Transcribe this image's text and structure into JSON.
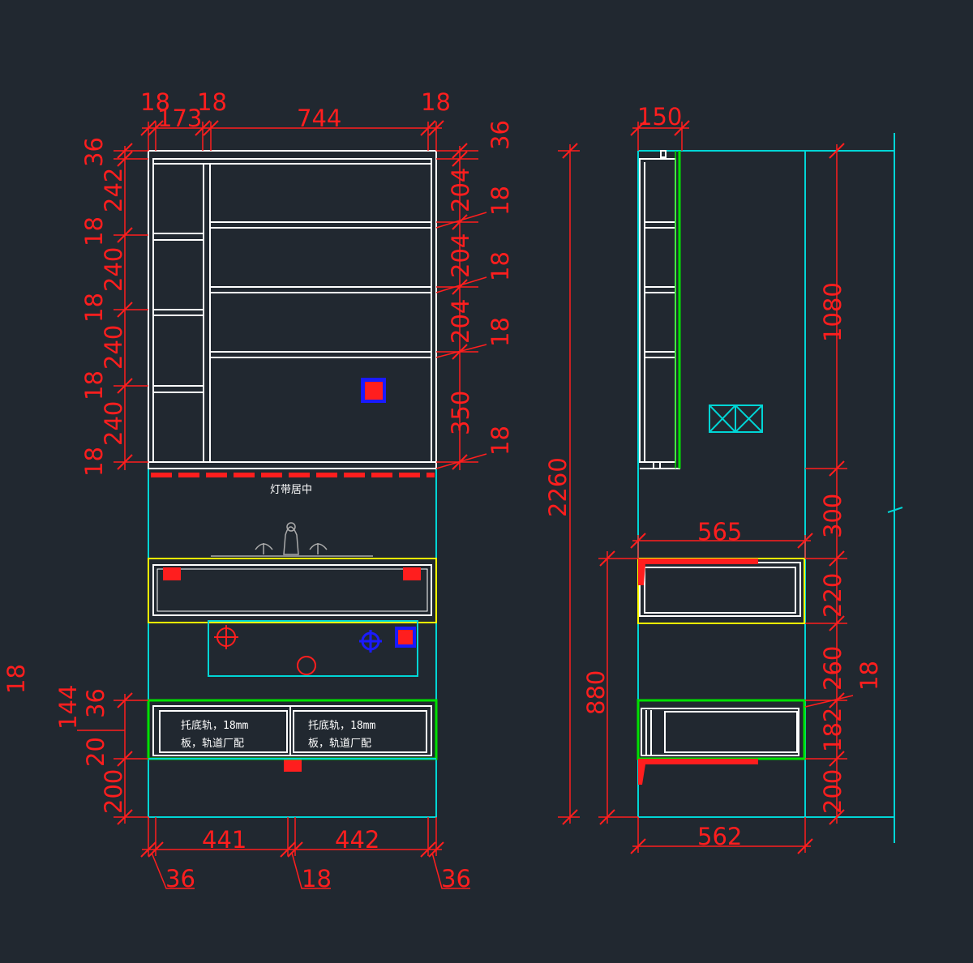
{
  "colors": {
    "background": "#212830",
    "dimension": "#ff1e1e",
    "outline": "#00d5d5",
    "panel": "#ffffff",
    "highlight_yellow": "#ffff00",
    "highlight_green": "#00e000",
    "symbol_blue": "#1a1aff",
    "note_text": "#ffffff"
  },
  "front_view": {
    "top_dims": [
      "18",
      "173",
      "18",
      "744",
      "18"
    ],
    "left_dims": [
      "36",
      "242",
      "18",
      "240",
      "18",
      "240",
      "18",
      "240",
      "18"
    ],
    "right_dims": [
      "36",
      "204",
      "18",
      "204",
      "18",
      "204",
      "18",
      "350",
      "18"
    ],
    "lower_left_dims": [
      "144",
      "36",
      "20",
      "200"
    ],
    "far_left_dim": "18",
    "bottom_dims": [
      "441",
      "442"
    ],
    "bottom_sub_dims": [
      "36",
      "18",
      "36"
    ],
    "light_strip_note": "灯带居中",
    "drawer_notes": [
      [
        "托底轨，18mm",
        "板，轨道厂配"
      ],
      [
        "托底轨，18mm",
        "板，轨道厂配"
      ]
    ]
  },
  "side_view": {
    "top_dim": "150",
    "height_total": "2260",
    "upper_height": "1080",
    "counter_width": "565",
    "counter_height": "880",
    "right_dims": [
      "300",
      "220",
      "260",
      "18",
      "182",
      "200"
    ],
    "bottom_width": "562"
  }
}
